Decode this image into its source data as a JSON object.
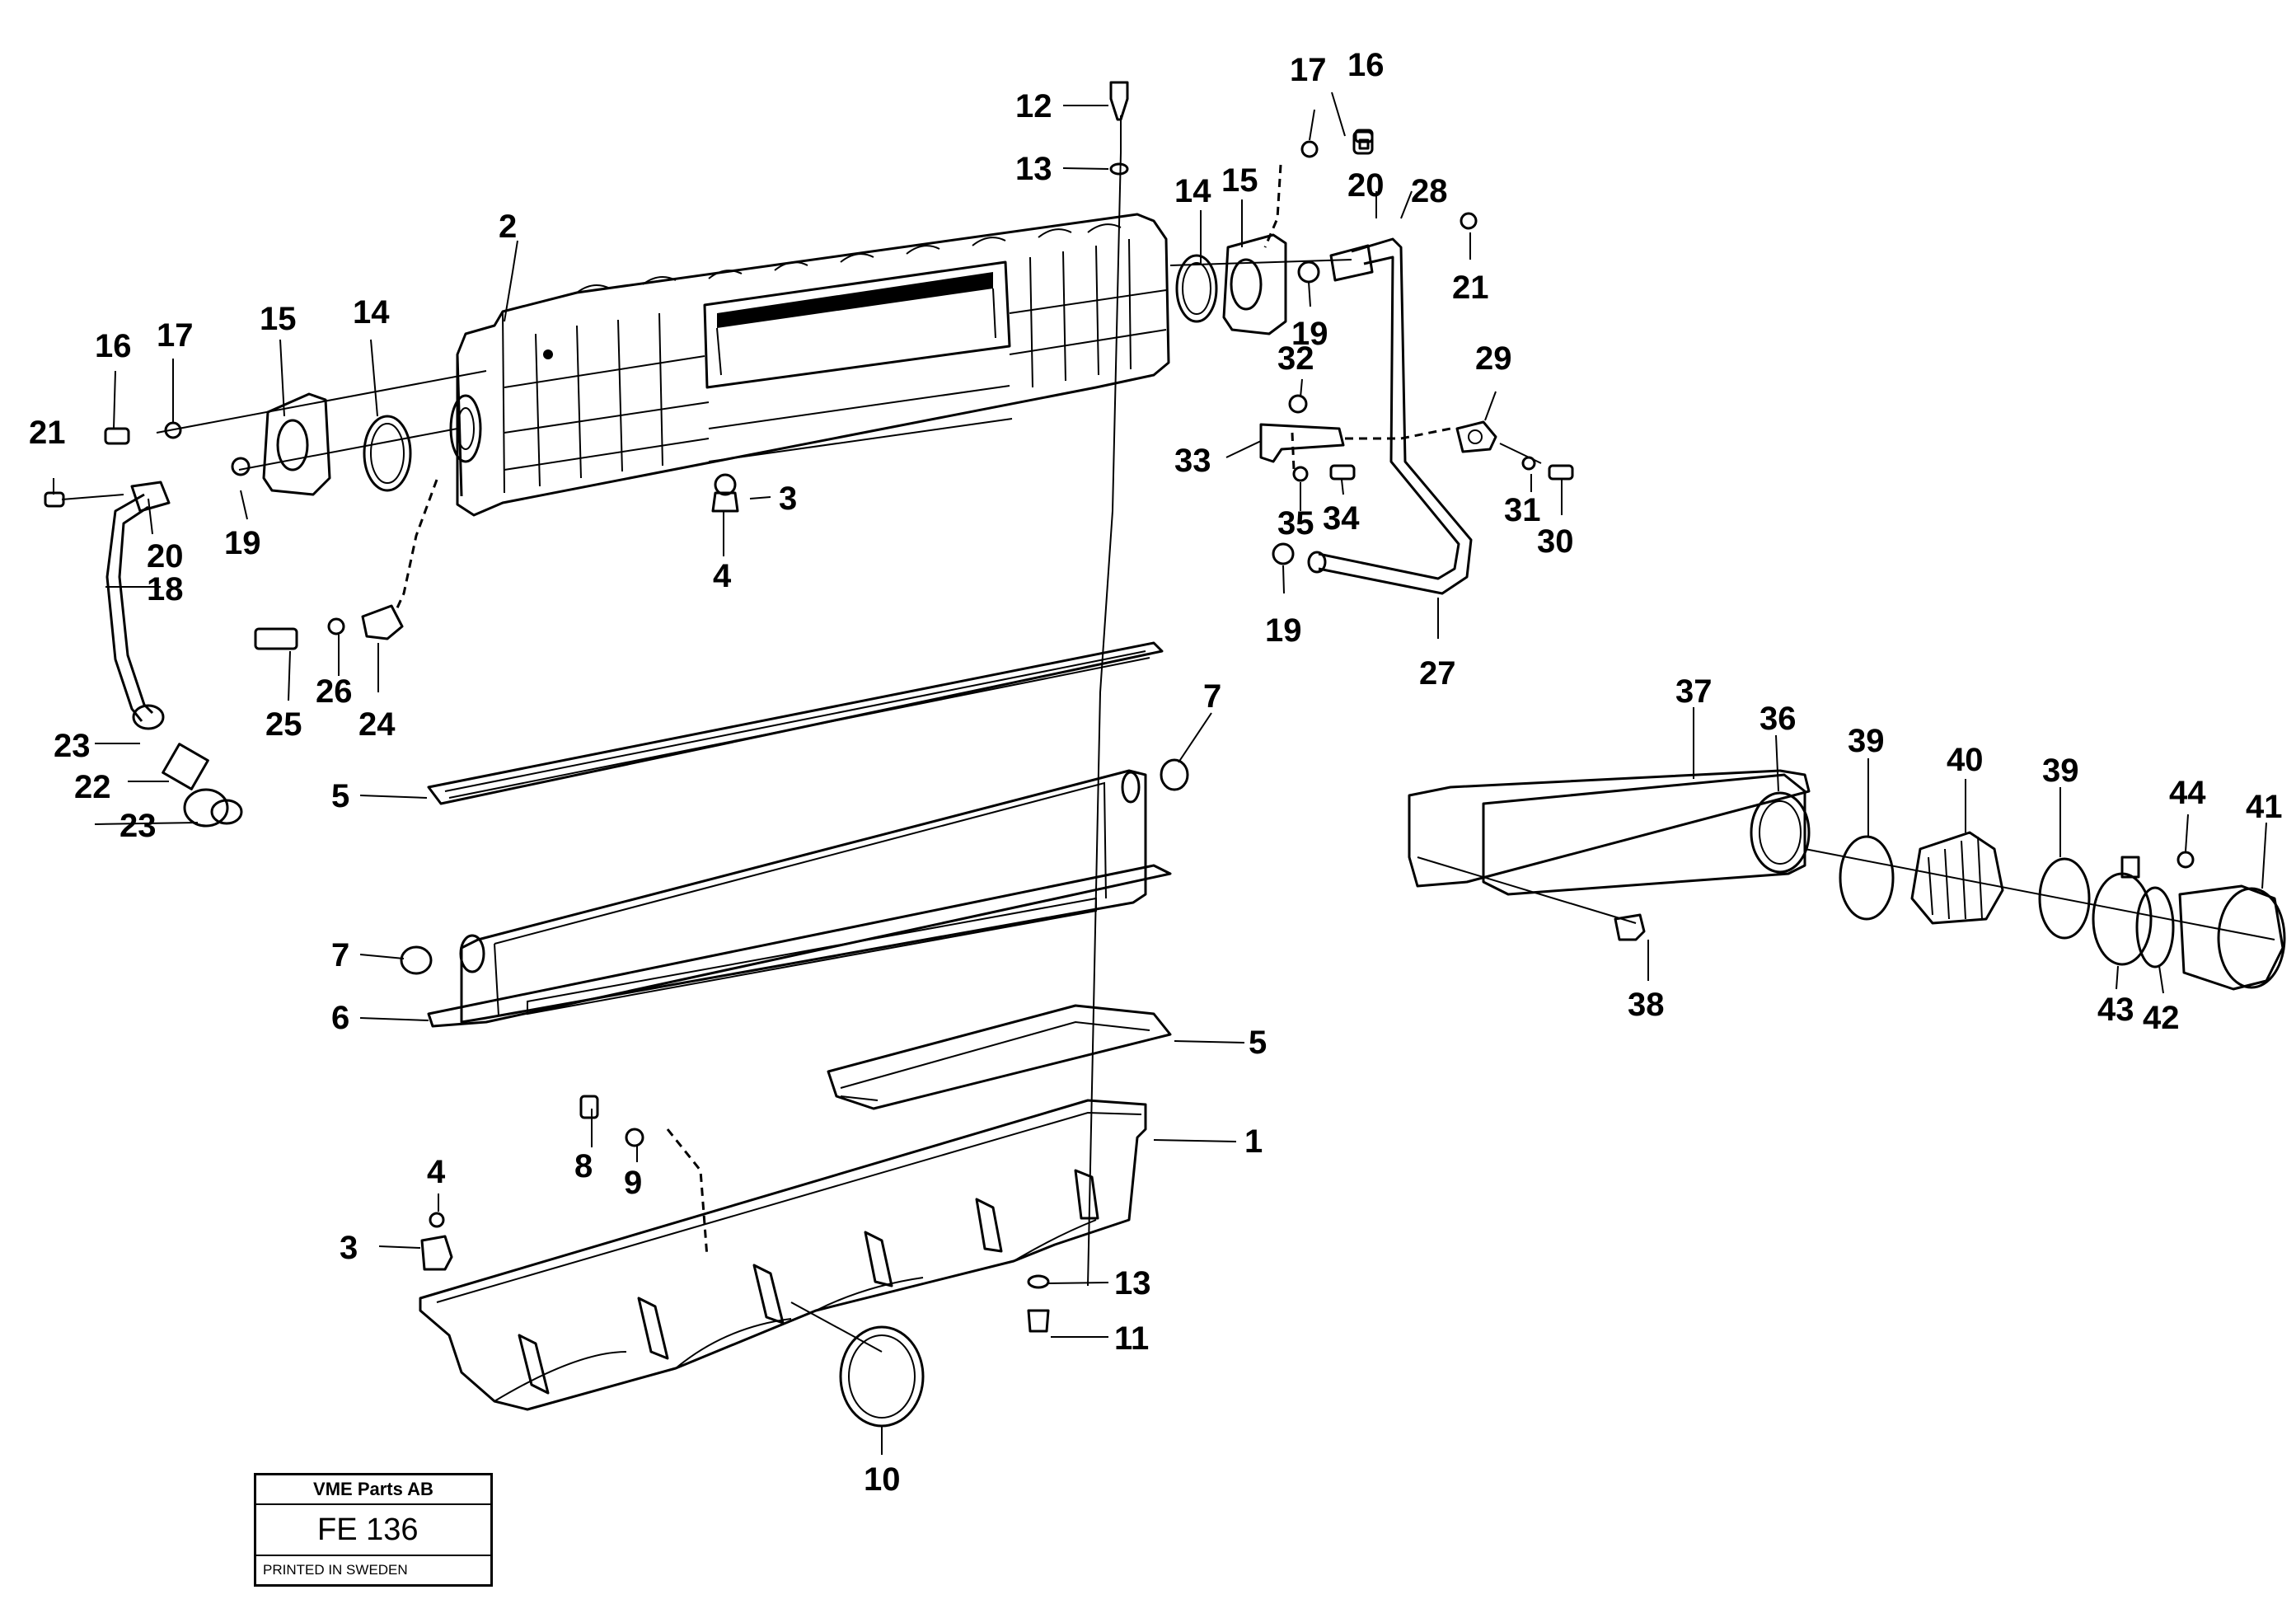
{
  "title_block": {
    "company": "VME Parts AB",
    "code": "FE 136",
    "printed": "PRINTED IN SWEDEN"
  },
  "callouts": [
    {
      "id": "c1",
      "text": "1"
    },
    {
      "id": "c2",
      "text": "2"
    },
    {
      "id": "c3a",
      "text": "3"
    },
    {
      "id": "c3b",
      "text": "3"
    },
    {
      "id": "c4a",
      "text": "4"
    },
    {
      "id": "c4b",
      "text": "4"
    },
    {
      "id": "c5a",
      "text": "5"
    },
    {
      "id": "c5b",
      "text": "5"
    },
    {
      "id": "c6",
      "text": "6"
    },
    {
      "id": "c7a",
      "text": "7"
    },
    {
      "id": "c7b",
      "text": "7"
    },
    {
      "id": "c8",
      "text": "8"
    },
    {
      "id": "c9",
      "text": "9"
    },
    {
      "id": "c10",
      "text": "10"
    },
    {
      "id": "c11",
      "text": "11"
    },
    {
      "id": "c12",
      "text": "12"
    },
    {
      "id": "c13a",
      "text": "13"
    },
    {
      "id": "c13b",
      "text": "13"
    },
    {
      "id": "c14a",
      "text": "14"
    },
    {
      "id": "c14b",
      "text": "14"
    },
    {
      "id": "c15a",
      "text": "15"
    },
    {
      "id": "c15b",
      "text": "15"
    },
    {
      "id": "c16a",
      "text": "16"
    },
    {
      "id": "c16b",
      "text": "16"
    },
    {
      "id": "c17a",
      "text": "17"
    },
    {
      "id": "c17b",
      "text": "17"
    },
    {
      "id": "c18",
      "text": "18"
    },
    {
      "id": "c19a",
      "text": "19"
    },
    {
      "id": "c19b",
      "text": "19"
    },
    {
      "id": "c19c",
      "text": "19"
    },
    {
      "id": "c20a",
      "text": "20"
    },
    {
      "id": "c20b",
      "text": "20"
    },
    {
      "id": "c21a",
      "text": "21"
    },
    {
      "id": "c21b",
      "text": "21"
    },
    {
      "id": "c22",
      "text": "22"
    },
    {
      "id": "c23a",
      "text": "23"
    },
    {
      "id": "c23b",
      "text": "23"
    },
    {
      "id": "c24",
      "text": "24"
    },
    {
      "id": "c25",
      "text": "25"
    },
    {
      "id": "c26",
      "text": "26"
    },
    {
      "id": "c27",
      "text": "27"
    },
    {
      "id": "c28",
      "text": "28"
    },
    {
      "id": "c29",
      "text": "29"
    },
    {
      "id": "c30",
      "text": "30"
    },
    {
      "id": "c31",
      "text": "31"
    },
    {
      "id": "c32",
      "text": "32"
    },
    {
      "id": "c33",
      "text": "33"
    },
    {
      "id": "c34",
      "text": "34"
    },
    {
      "id": "c35",
      "text": "35"
    },
    {
      "id": "c36",
      "text": "36"
    },
    {
      "id": "c37",
      "text": "37"
    },
    {
      "id": "c38",
      "text": "38"
    },
    {
      "id": "c39a",
      "text": "39"
    },
    {
      "id": "c39b",
      "text": "39"
    },
    {
      "id": "c40",
      "text": "40"
    },
    {
      "id": "c41",
      "text": "41"
    },
    {
      "id": "c42",
      "text": "42"
    },
    {
      "id": "c43",
      "text": "43"
    },
    {
      "id": "c44",
      "text": "44"
    }
  ]
}
